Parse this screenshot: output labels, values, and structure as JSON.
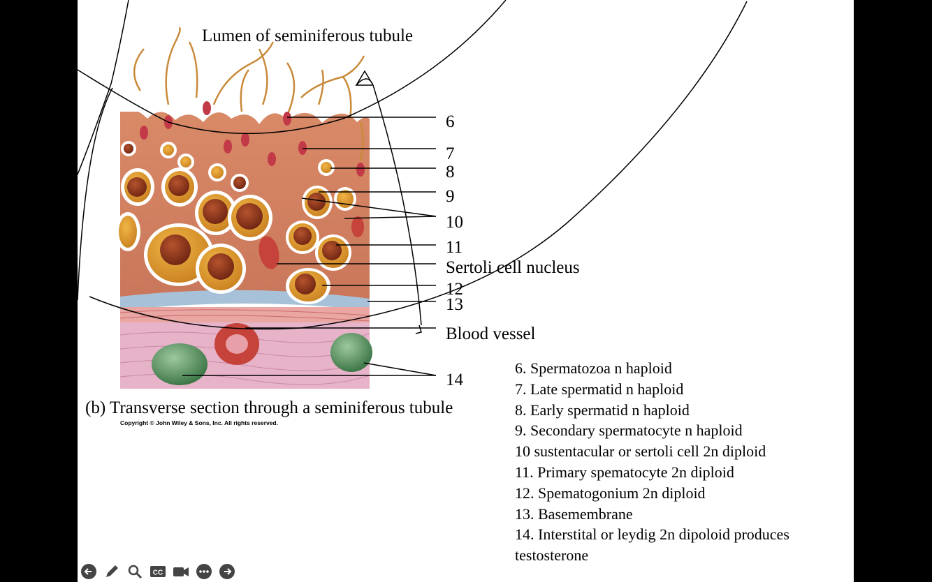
{
  "slide": {
    "title": "Lumen of seminiferous tubule",
    "caption": "(b) Transverse section through a seminiferous tubule",
    "copyright": "Copyright © John Wiley & Sons, Inc. All rights reserved.",
    "labels": {
      "n6": "6",
      "n7": "7",
      "n8": "8",
      "n9": "9",
      "n10": "10",
      "n11": "11",
      "sertoli": "Sertoli cell nucleus",
      "n12": "12",
      "n13": "13",
      "blood": "Blood vessel",
      "n14": "14"
    },
    "legend": [
      "6. Spermatozoa n haploid",
      "7. Late spermatid n haploid",
      "8. Early spermatid n haploid",
      "9. Secondary spermatocyte n haploid",
      "10 sustentacular or sertoli cell 2n diploid",
      "11. Primary spematocyte 2n diploid",
      "12. Spematogonium 2n diploid",
      "13. Basemembrane",
      "14. Interstital or leydig  2n dipoloid produces",
      "testosterone"
    ]
  },
  "toolbar": {
    "icons": [
      "back-arrow-icon",
      "pen-icon",
      "search-icon",
      "closed-captions-icon",
      "video-camera-icon",
      "more-options-icon",
      "forward-arrow-icon"
    ],
    "cc_text": "CC"
  }
}
